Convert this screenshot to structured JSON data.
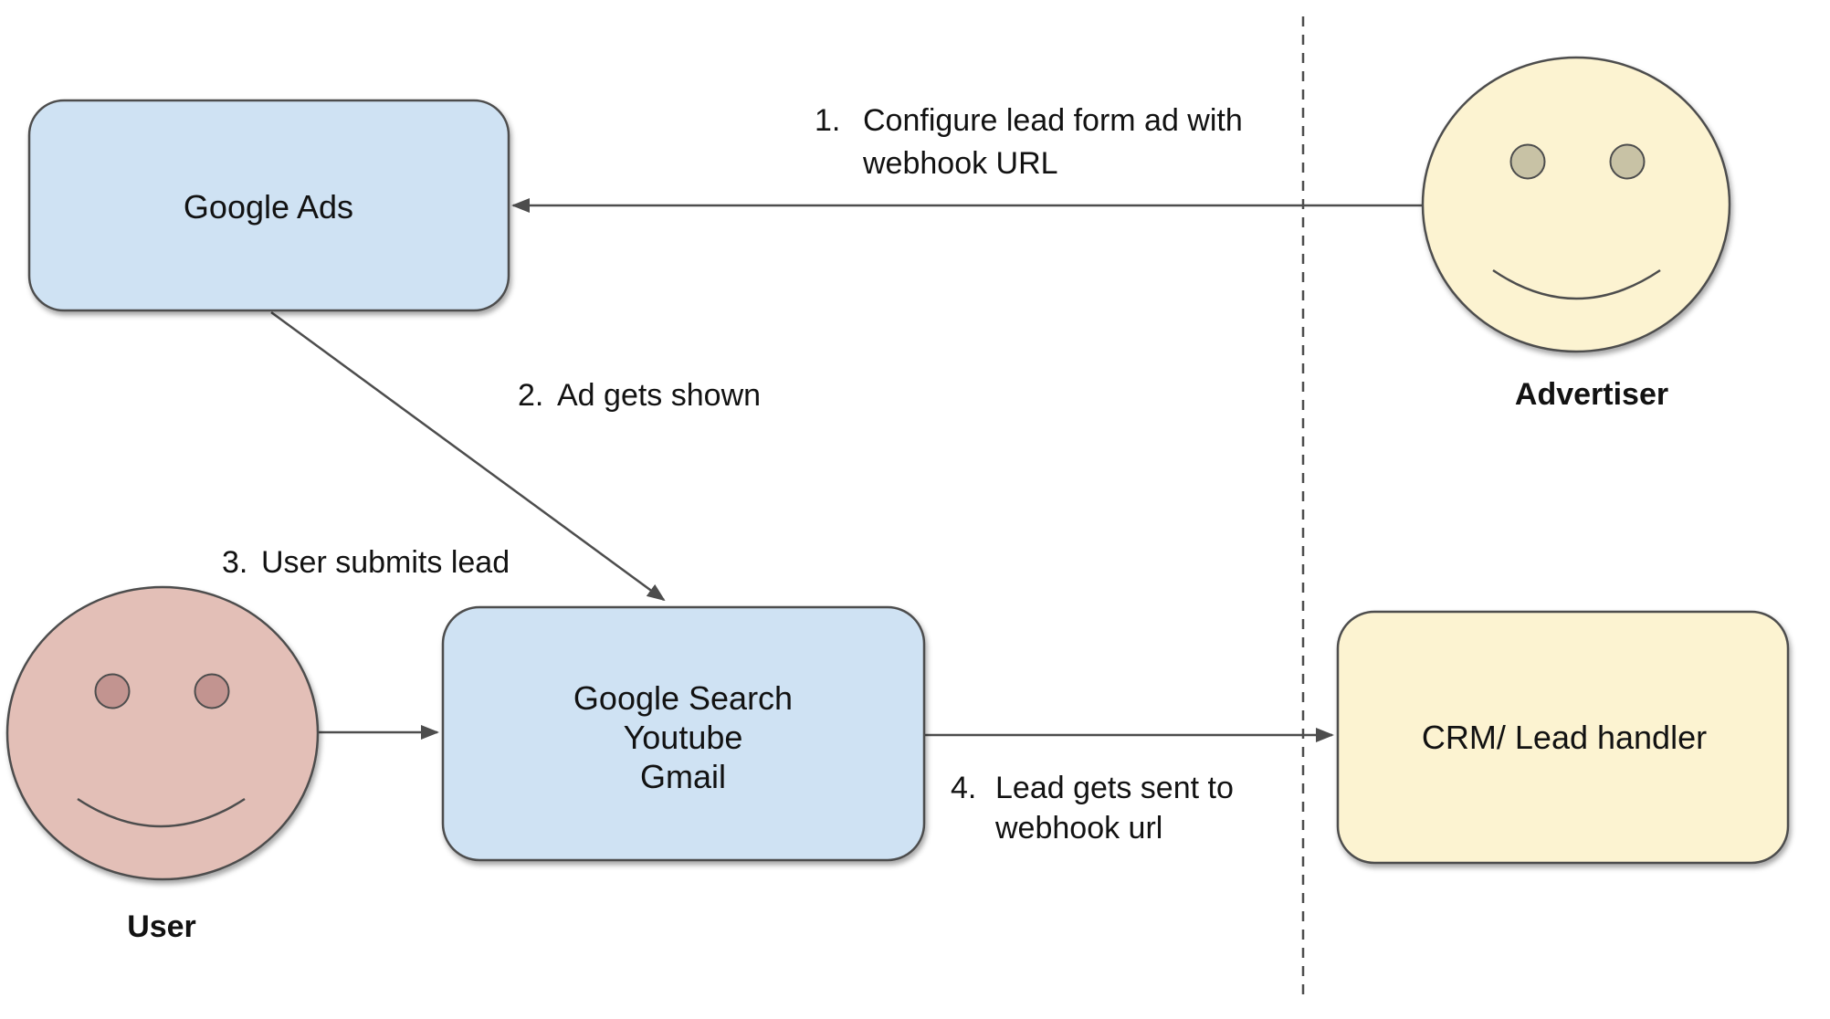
{
  "colors": {
    "background": "#ffffff",
    "box_blue": "#cfe2f3",
    "box_yellow": "#fcf3d1",
    "face_yellow": "#fcf3d1",
    "face_pink": "#e3bfb7",
    "eye_gray": "#c8c2a5",
    "eye_pink": "#c29490",
    "line_gray": "#4d4d4d"
  },
  "nodes": {
    "google_ads": {
      "label": "Google Ads"
    },
    "platforms": {
      "lines": [
        "Google Search",
        "Youtube",
        "Gmail"
      ]
    },
    "crm": {
      "label": "CRM/ Lead handler"
    },
    "advertiser": {
      "label": "Advertiser"
    },
    "user": {
      "label": "User"
    }
  },
  "steps": [
    {
      "number": "1.",
      "lines": [
        "Configure lead form ad with",
        "webhook URL"
      ]
    },
    {
      "number": "2.",
      "lines": [
        "Ad gets shown"
      ]
    },
    {
      "number": "3.",
      "lines": [
        "User submits lead"
      ]
    },
    {
      "number": "4.",
      "lines": [
        "Lead gets sent to",
        "webhook url"
      ]
    }
  ]
}
